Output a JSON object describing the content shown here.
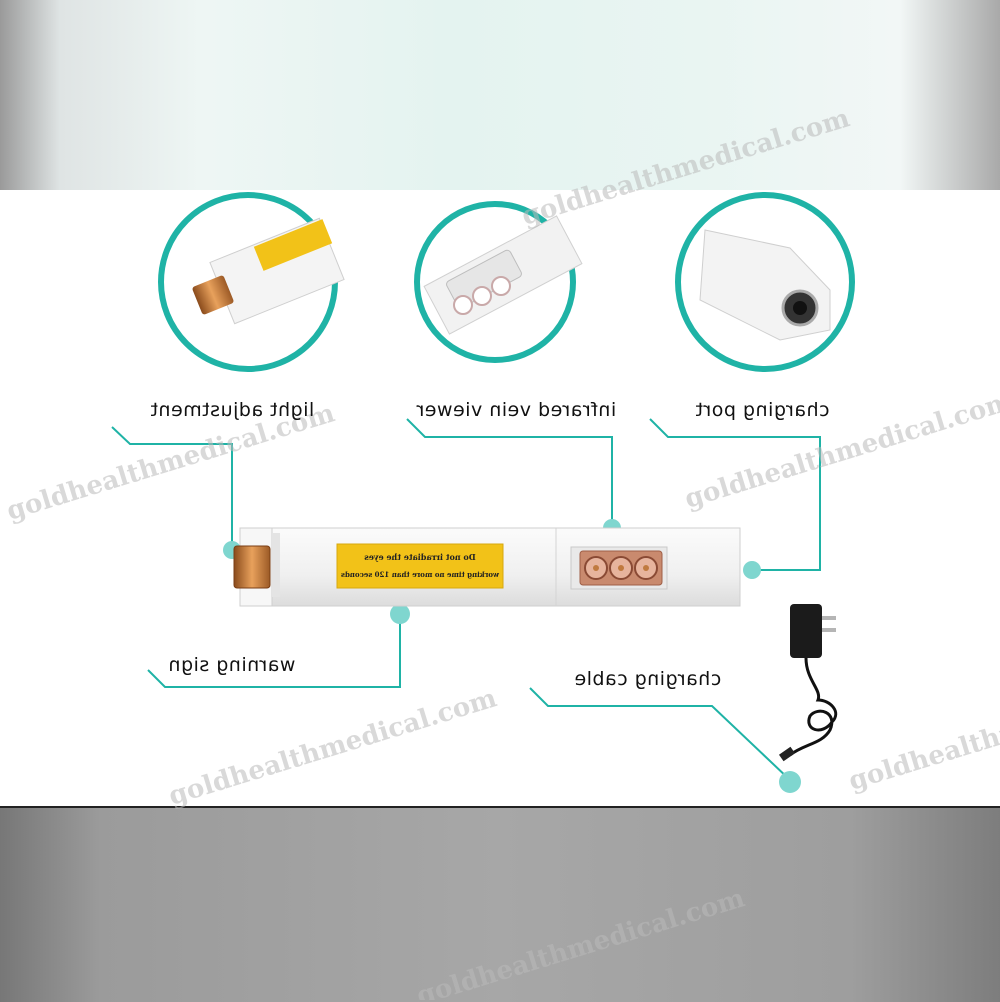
{
  "labels": {
    "light_adjustment": "light adjustment",
    "infrared_vein_viewer": "infrared vein viewer",
    "charging_port": "charging port",
    "warning_sign": "warning sign",
    "charging_cable": "charging cable"
  },
  "warning_sticker": {
    "line1": "Do not irradiate the eyes",
    "line2": "working time no more than 120 seconds"
  },
  "watermark": "goldhealthmedical.com",
  "colors": {
    "accent": "#1fb3a6",
    "sticker": "#f2c218",
    "copper": "#c97a3c",
    "device": "#f3f3f3"
  }
}
